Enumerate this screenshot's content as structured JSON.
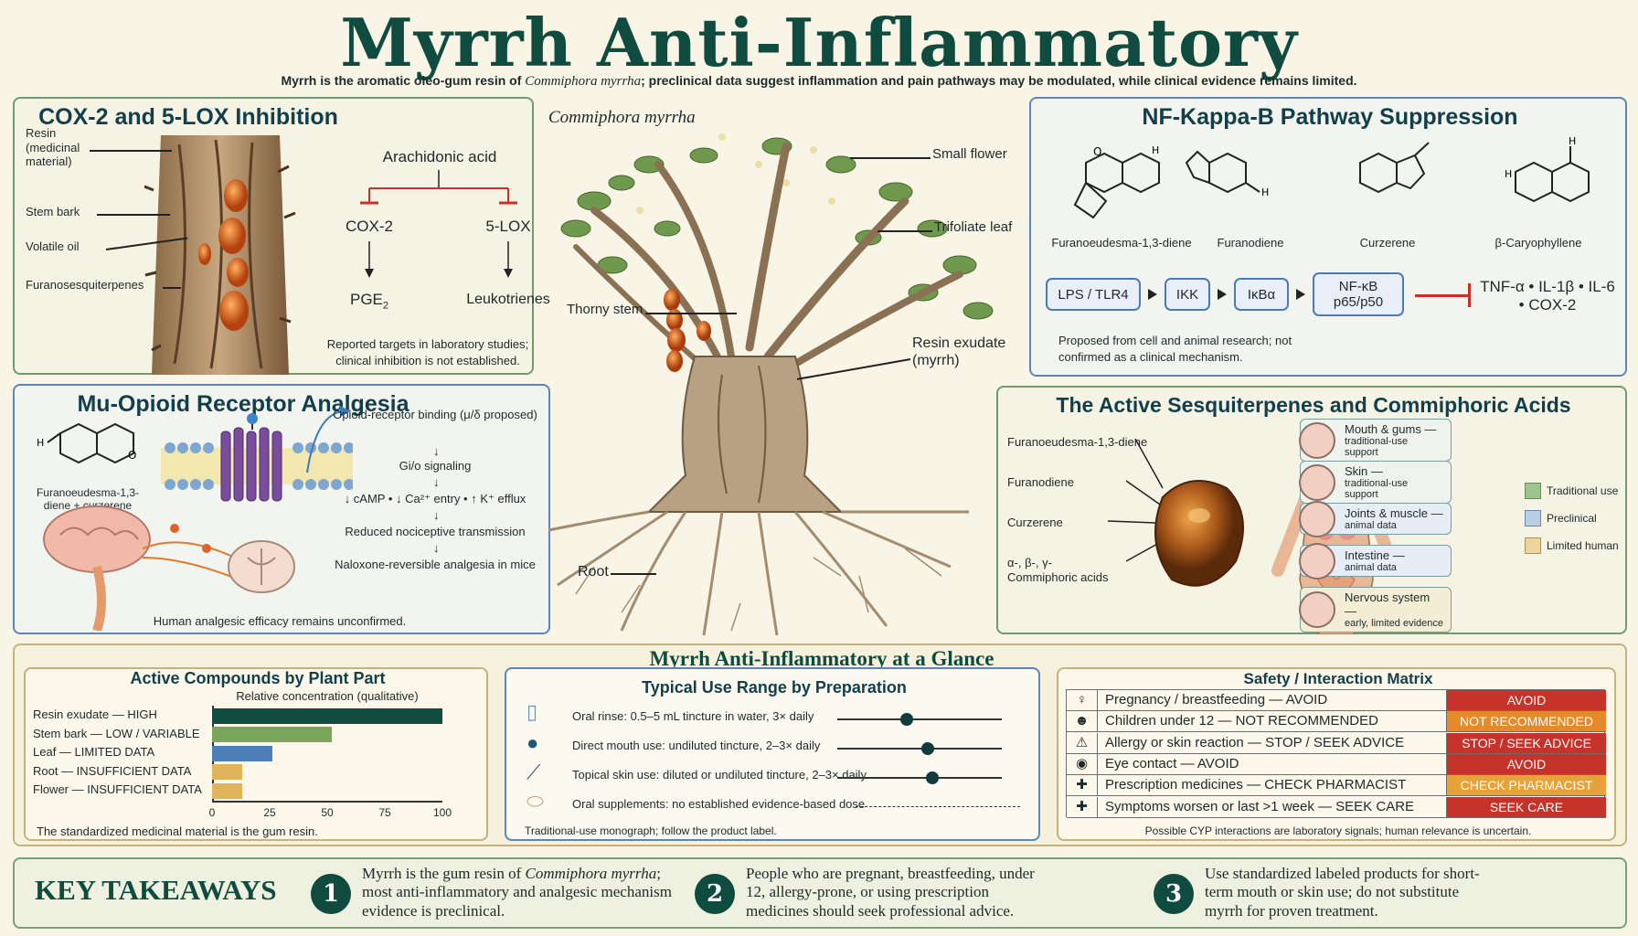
{
  "header": {
    "title": "Myrrh Anti-Inflammatory",
    "subtitle_pre": "Myrrh is the aromatic oleo-gum resin of ",
    "subtitle_species": "Commiphora myrrha",
    "subtitle_post": "; preclinical data suggest inflammation and pain pathways may be modulated, while clinical evidence remains limited."
  },
  "cox": {
    "title": "COX-2 and 5-LOX Inhibition",
    "labels": [
      "Resin (medicinal material)",
      "Stem bark",
      "Volatile oil",
      "Furanosesquiterpenes"
    ],
    "root": "Arachidonic acid",
    "enzyme1": "COX-2",
    "enzyme2": "5-LOX",
    "product1": "PGE",
    "product1_sub": "2",
    "product2": "Leukotrienes",
    "note": "Reported targets in laboratory studies; clinical inhibition is not established."
  },
  "center": {
    "species": "Commiphora myrrha",
    "labels": {
      "flower": "Small flower",
      "leaf": "Trifoliate leaf",
      "stem": "Thorny stem",
      "resin": "Resin exudate (myrrh)",
      "root": "Root"
    }
  },
  "nfkb": {
    "title": "NF-Kappa-B Pathway Suppression",
    "compounds": [
      "Furanoeudesma-1,3-diene",
      "Furanodiene",
      "Curzerene",
      "β-Caryophyllene"
    ],
    "steps": [
      "LPS / TLR4",
      "IKK",
      "IκBα",
      "NF-κB p65/p50"
    ],
    "outputs": "TNF-α • IL-1β • IL-6 • COX-2",
    "note": "Proposed from cell and animal research; not confirmed as a clinical mechanism."
  },
  "opioid": {
    "title": "Mu-Opioid Receptor Analgesia",
    "compound_label": "Furanoeudesma-1,3-diene + curzerene",
    "steps": [
      "Opioid-receptor binding (μ/δ proposed)",
      "Gi/o signaling",
      "↓ cAMP • ↓ Ca²⁺ entry • ↑ K⁺ efflux",
      "Reduced nociceptive transmission",
      "Naloxone-reversible analgesia in mice"
    ],
    "note": "Human analgesic efficacy remains unconfirmed."
  },
  "sesq": {
    "title": "The Active Sesquiterpenes and Commiphoric Acids",
    "compounds": [
      "Furanoeudesma-1,3-diene",
      "Furanodiene",
      "Curzerene",
      "α-, β-, γ- Commiphoric acids"
    ],
    "organs": [
      {
        "name": "Mouth & gums —",
        "sub": "traditional-use support"
      },
      {
        "name": "Skin —",
        "sub": "traditional-use support"
      },
      {
        "name": "Joints & muscle —",
        "sub": "animal data"
      },
      {
        "name": "Intestine —",
        "sub": "animal data"
      },
      {
        "name": "Nervous system —",
        "sub": "early, limited evidence"
      }
    ],
    "legend": [
      {
        "label": "Traditional use",
        "color": "#9cc58e"
      },
      {
        "label": "Preclinical",
        "color": "#b9cfe8"
      },
      {
        "label": "Limited human",
        "color": "#ecd49c"
      }
    ]
  },
  "glance": {
    "title": "Myrrh Anti-Inflammatory at a Glance"
  },
  "chart_data": {
    "type": "bar",
    "title": "Active Compounds by Plant Part",
    "subtitle": "Relative concentration (qualitative)",
    "categories": [
      "Resin exudate — HIGH",
      "Stem bark — LOW / VARIABLE",
      "Leaf — LIMITED DATA",
      "Root — INSUFFICIENT DATA",
      "Flower — INSUFFICIENT DATA"
    ],
    "values": [
      100,
      52,
      26,
      13,
      13
    ],
    "colors": [
      "#0f4b3e",
      "#7aa55a",
      "#4f7fb8",
      "#e0b45a",
      "#e0b45a"
    ],
    "xlim": [
      0,
      100
    ],
    "xticks": [
      "0",
      "25",
      "50",
      "75",
      "100"
    ],
    "note": "The standardized medicinal material is the gum resin."
  },
  "use": {
    "title": "Typical Use Range by Preparation",
    "rows": [
      {
        "label": "Oral rinse: 0.5–5 mL tincture in water, 3× daily",
        "position": 0.42
      },
      {
        "label": "Direct mouth use: undiluted tincture, 2–3× daily",
        "position": 0.55
      },
      {
        "label": "Topical skin use: diluted or undiluted tincture, 2–3× daily",
        "position": 0.58
      },
      {
        "label": "Oral supplements: no established evidence-based dose",
        "position": null
      }
    ],
    "note": "Traditional-use monograph; follow the product label."
  },
  "safety": {
    "title": "Safety / Interaction Matrix",
    "rows": [
      {
        "icon": "♀",
        "text": "Pregnancy / breastfeeding — AVOID",
        "status": "AVOID",
        "color": "#c6332a"
      },
      {
        "icon": "☻",
        "text": "Children under 12 — NOT RECOMMENDED",
        "status": "NOT RECOMMENDED",
        "color": "#e58a2a"
      },
      {
        "icon": "⚠",
        "text": "Allergy or skin reaction — STOP / SEEK ADVICE",
        "status": "STOP / SEEK ADVICE",
        "color": "#c6332a"
      },
      {
        "icon": "◉",
        "text": "Eye contact — AVOID",
        "status": "AVOID",
        "color": "#c6332a"
      },
      {
        "icon": "✚",
        "text": "Prescription medicines — CHECK PHARMACIST",
        "status": "CHECK PHARMACIST",
        "color": "#e8a23a"
      },
      {
        "icon": "✚",
        "text": "Symptoms worsen or last >1 week — SEEK CARE",
        "status": "SEEK CARE",
        "color": "#c6332a"
      }
    ],
    "note": "Possible CYP interactions are laboratory signals; human relevance is uncertain."
  },
  "takeaways": {
    "title": "KEY TAKEAWAYS",
    "items": [
      {
        "num": "1",
        "pre": "Myrrh is the gum resin of ",
        "em": "Commiphora myrrha",
        "post": "; most anti-inflammatory and analgesic mechanism evidence is preclinical."
      },
      {
        "num": "2",
        "pre": "People who are pregnant, breastfeeding, under 12, allergy-prone, or using prescription medicines should seek professional advice.",
        "em": "",
        "post": ""
      },
      {
        "num": "3",
        "pre": "Use standardized labeled products for short-term mouth or skin use; do not substitute myrrh for proven treatment.",
        "em": "",
        "post": ""
      }
    ]
  }
}
